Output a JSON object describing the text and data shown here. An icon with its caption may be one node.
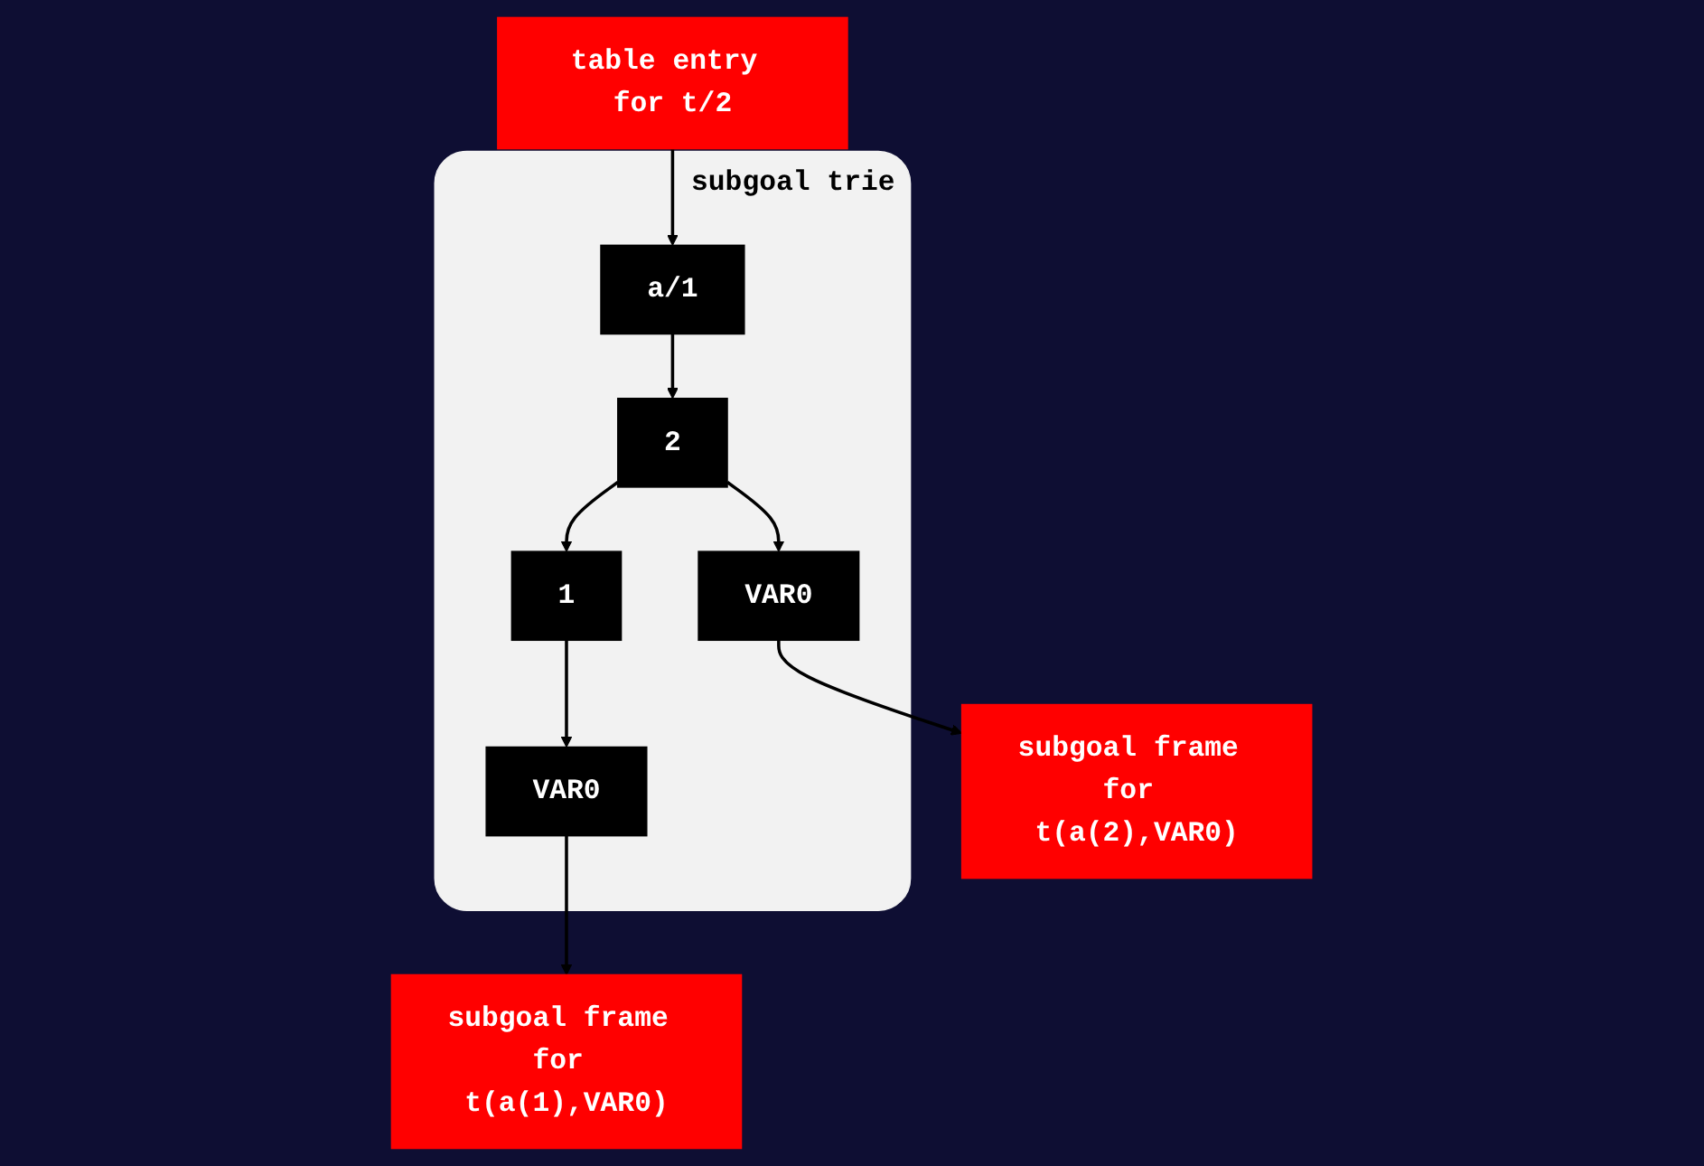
{
  "diagram": {
    "nodes": [
      {
        "text": [
          "table entry for t/2"
        ]
      },
      {
        "text": [
          "subgoal trie"
        ]
      },
      {
        "text": [
          "a/1"
        ],
        "in": 1
      },
      {
        "text": [
          "2"
        ],
        "in": 1
      },
      {
        "text": [
          "1"
        ],
        "in": 1
      },
      {
        "text": [
          "VAR0"
        ],
        "in": 1
      },
      {
        "text": [
          "VAR0"
        ],
        "in": 1
      },
      {
        "text": [
          "subgoal frame for t(a(2),VAR0)"
        ]
      },
      {
        "text": [
          "subgoal frame for t(a(1),VAR0)"
        ]
      }
    ],
    "edges": [
      {
        "from": 0,
        "to": 2,
        "arrow": "to"
      },
      {
        "from": 2,
        "to": 3,
        "arrow": "to"
      },
      {
        "from": 3,
        "to": 4,
        "arrow": "to"
      },
      {
        "from": 3,
        "to": 5,
        "arrow": "to"
      },
      {
        "from": 4,
        "to": 6,
        "arrow": "to"
      },
      {
        "from": 5,
        "to": 7,
        "arrow": "to"
      },
      {
        "from": 6,
        "to": 8,
        "arrow": "to"
      }
    ]
  }
}
